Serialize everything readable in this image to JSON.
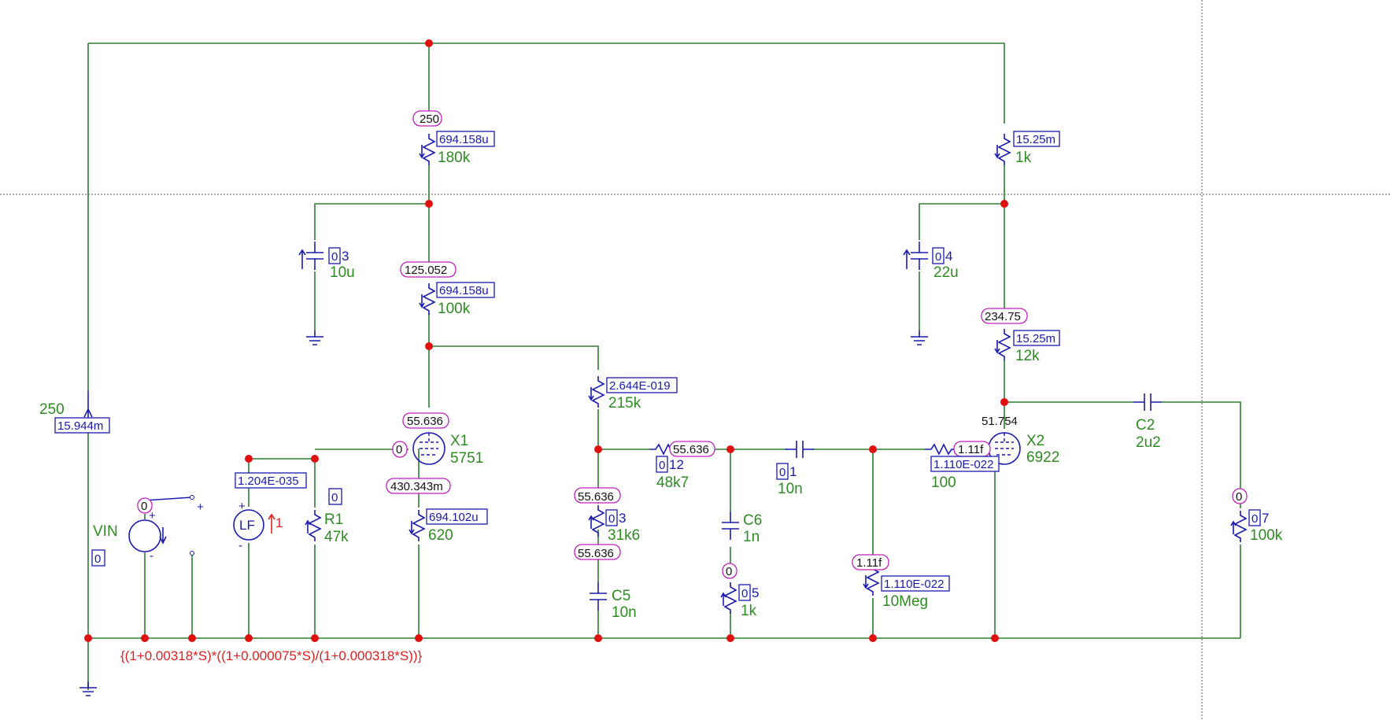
{
  "schematic": {
    "components": {
      "r_top_left": {
        "value": "180k",
        "current": "694.158u",
        "node_voltage": "250"
      },
      "r_stage1_load": {
        "value": "100k",
        "current": "694.158u",
        "node_voltage": "125.052"
      },
      "r_cathode1": {
        "value": "620",
        "current": "694.102u"
      },
      "r_215k": {
        "value": "215k",
        "current": "2.644E-019"
      },
      "r_top_right": {
        "value": "1k",
        "current": "15.25m"
      },
      "r_stage2_load": {
        "value": "12k",
        "current": "15.25m",
        "node_voltage": "234.75"
      },
      "c3": {
        "value": "10u",
        "probe": "0",
        "ref_suffix": "3"
      },
      "c4": {
        "value": "22u",
        "probe": "0",
        "ref_suffix": "4"
      },
      "x1": {
        "ref": "X1",
        "type": "5751",
        "grid_voltage": "0",
        "anode_voltage": "55.636",
        "cathode_voltage": "430.343m"
      },
      "x2": {
        "ref": "X2",
        "type": "6922",
        "anode_voltage": "51.754",
        "grid_voltage": "1.11f",
        "grid_current": "1.110E-022"
      },
      "r1": {
        "ref": "R1",
        "value": "47k",
        "probe": "0"
      },
      "e1": {
        "ref_suffix": "1",
        "symbol": "LF",
        "current": "1.204E-035",
        "plus": "+",
        "minus": "-"
      },
      "vin": {
        "ref": "VIN",
        "node_voltage": "0",
        "probe": "0",
        "plus": "+",
        "minus": "-",
        "open_plus": "+"
      },
      "supply": {
        "voltage": "250",
        "current": "15.944m"
      },
      "r_48k7": {
        "value": "48k7",
        "probe": "0",
        "ref_suffix": "12",
        "node_voltage": "55.636"
      },
      "r_31k6": {
        "value": "31k6",
        "probe": "0",
        "ref_suffix": "3",
        "top_voltage": "55.636",
        "bottom_voltage": "55.636"
      },
      "c5": {
        "ref": "C5",
        "value": "10n"
      },
      "c6": {
        "ref": "C6",
        "value": "1n"
      },
      "r_1k_b": {
        "value": "1k",
        "probe": "0",
        "ref_suffix": "5",
        "node_voltage": "0"
      },
      "c_10n_b": {
        "value": "10n",
        "probe": "0",
        "ref_suffix": "1"
      },
      "r_10meg": {
        "value": "10Meg",
        "current": "1.110E-022",
        "node_voltage": "1.11f"
      },
      "r_100": {
        "value": "100"
      },
      "c2": {
        "ref": "C2",
        "value": "2u2"
      },
      "r_100k_out": {
        "value": "100k",
        "probe": "0",
        "ref_suffix": "7",
        "node_voltage": "0"
      }
    },
    "transfer_function": "{(1+0.00318*S)*((1+0.000075*S)/(1+0.000318*S))}"
  },
  "colors": {
    "wire": "#2e7d32",
    "component": "#1a1ab0",
    "node": "#e01010",
    "voltage_box": "#c020c0",
    "label": "#2e8b22",
    "expression": "#e02020"
  }
}
